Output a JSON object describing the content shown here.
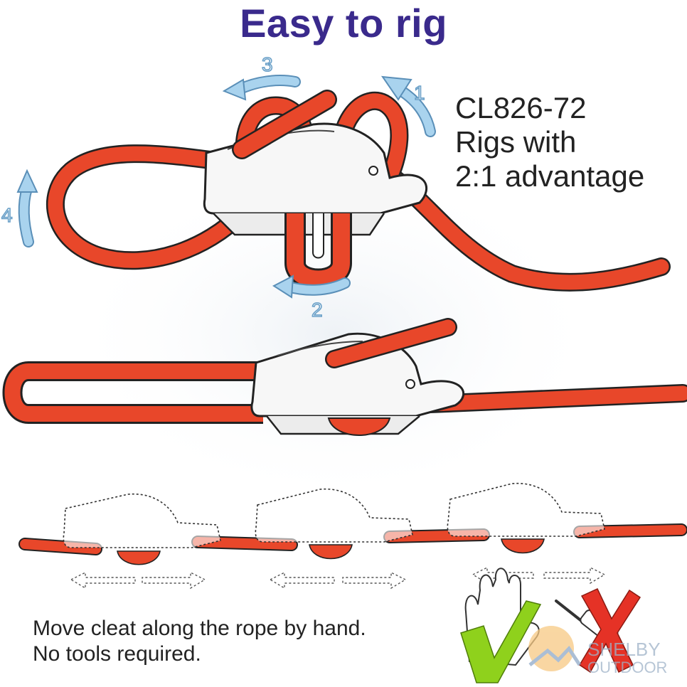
{
  "title": "Easy to rig",
  "product": {
    "code": "CL826-72",
    "line2": "Rigs with",
    "line3": "2:1 advantage"
  },
  "steps": [
    "1",
    "2",
    "3",
    "4"
  ],
  "instructions": {
    "line1": "Move cleat along the rope by hand.",
    "line2": "No tools required."
  },
  "watermark": {
    "line1": "SHELBY",
    "line2": "OUTDOOR"
  },
  "colors": {
    "title": "#3a2a8c",
    "rope": "#e8472a",
    "arrow": "#a9d3ee",
    "check": "#8fd11c",
    "cross": "#e53226"
  }
}
